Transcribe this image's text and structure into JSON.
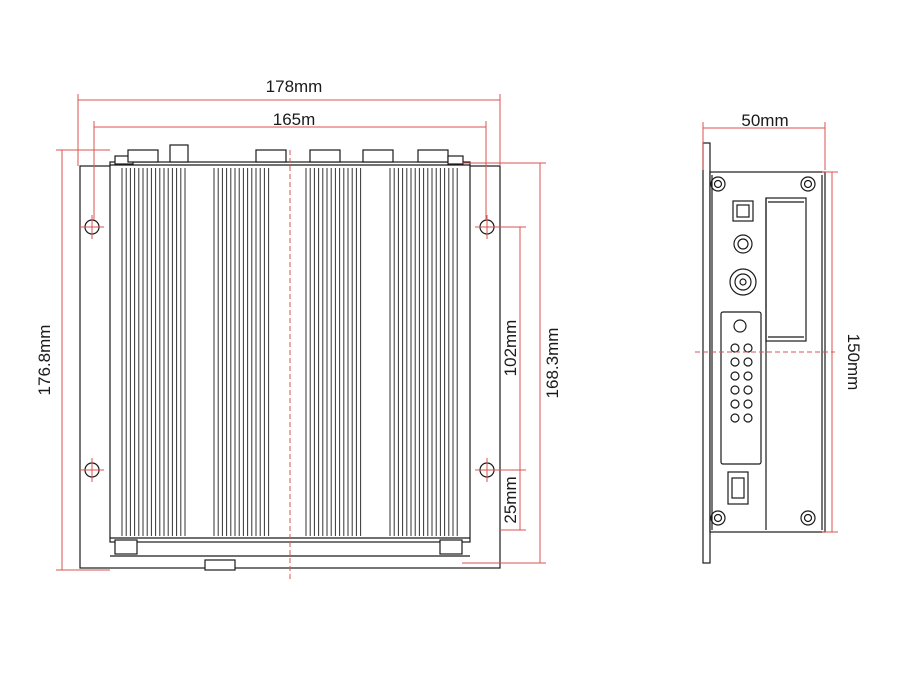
{
  "dimensions": {
    "top_outer": "178mm",
    "top_inner": "165m",
    "left_height": "176.8mm",
    "hole_spacing": "102mm",
    "right_height": "168.3mm",
    "bottom_offset": "25mm",
    "side_width": "50mm",
    "side_height": "150mm"
  },
  "colors": {
    "dimension": "#d9534f",
    "outline": "#1a1a1a"
  }
}
